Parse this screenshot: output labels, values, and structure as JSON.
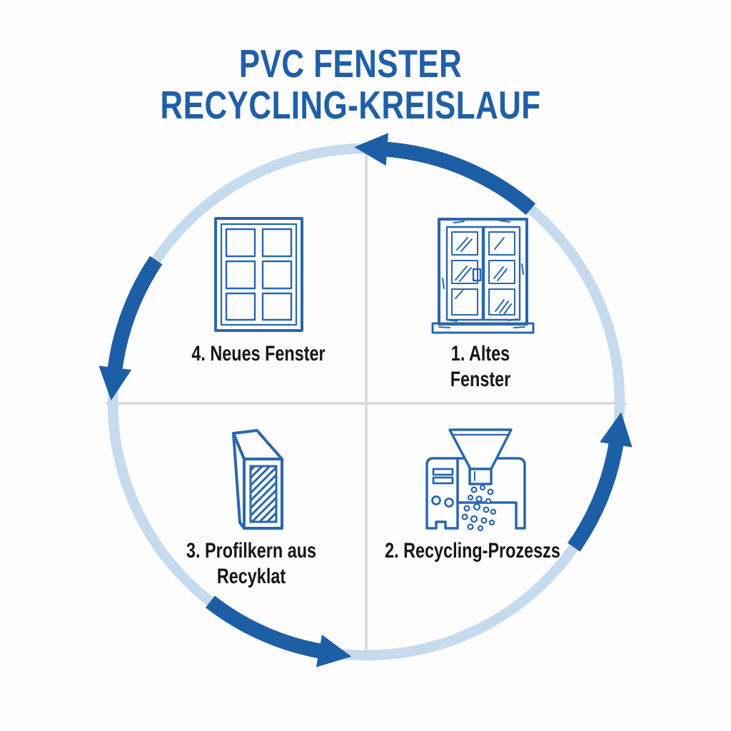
{
  "title": {
    "line1": "PVC FENSTER",
    "line2": "RECYCLING-KREISLAUF"
  },
  "steps": [
    {
      "num": "1",
      "label_line1": "1. Altes",
      "label_line2": "Fenster",
      "icon": "old-window-icon",
      "quadrant": "top-right"
    },
    {
      "num": "2",
      "label_line1": "2. Recycling-Prozeszs",
      "icon": "recycling-machine-icon",
      "quadrant": "bottom-right"
    },
    {
      "num": "3",
      "label_line1": "3. Profilkern aus",
      "label_line2": "Recyklat",
      "icon": "profile-core-icon",
      "quadrant": "bottom-left"
    },
    {
      "num": "4",
      "label_line1": "4. Neues Fenster",
      "icon": "new-window-icon",
      "quadrant": "top-left"
    }
  ],
  "cycle": {
    "direction": "counterclockwise",
    "arrow_count": 4
  },
  "colors": {
    "background": "#fdfdfe",
    "title_blue": "#1f5fa8",
    "arrow_blue": "#1d5fa6",
    "ring_light": "#c6dbed",
    "icon_blue": "#2a67ad",
    "label_black": "#161616",
    "divider_grey": "#d8d8d8"
  }
}
